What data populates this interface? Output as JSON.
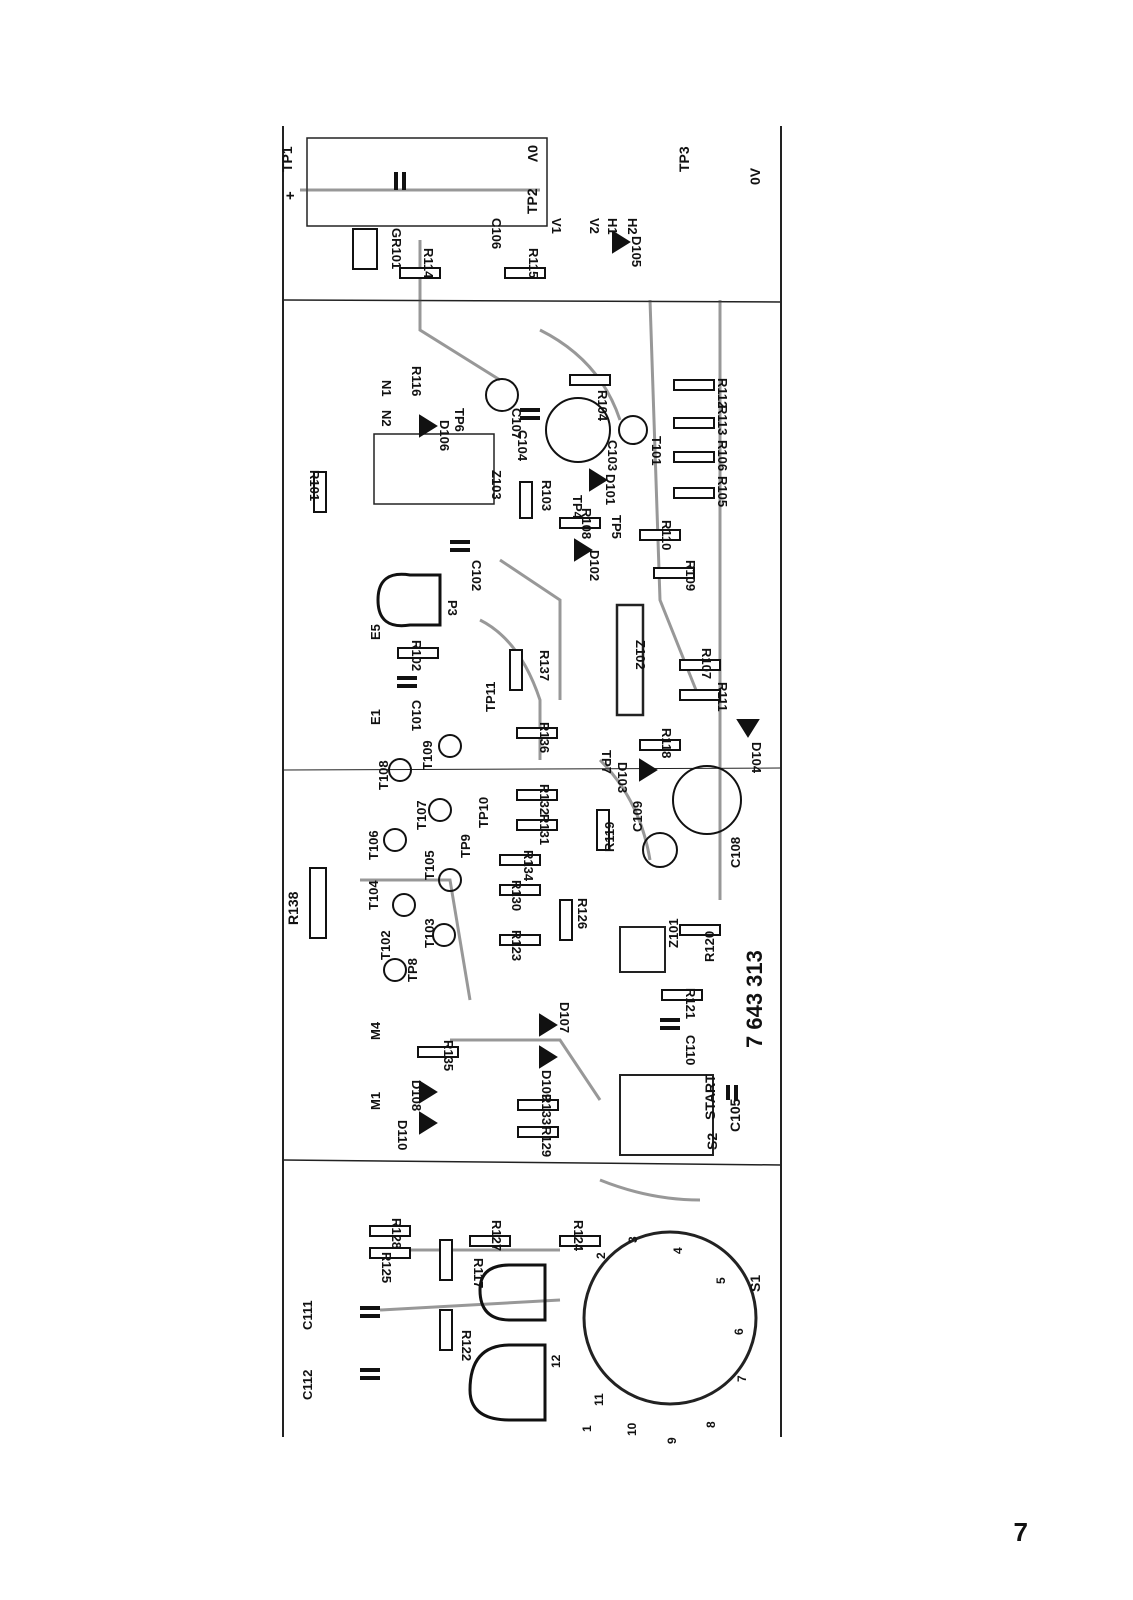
{
  "page": {
    "number": "7"
  },
  "board": {
    "part_number": "7 643 313",
    "test_points": [
      "TP1",
      "TP2",
      "TP3",
      "TP4",
      "TP5",
      "TP6",
      "TP7",
      "TP8",
      "TP9",
      "TP10",
      "TP11"
    ],
    "supply_labels": [
      "0V",
      "0V"
    ],
    "connector_pins": [
      "V1",
      "V2",
      "H1",
      "H2",
      "N1",
      "N2",
      "E1",
      "E5",
      "M1",
      "M4"
    ],
    "switch_labels": [
      "START",
      "S1",
      "S2"
    ],
    "switch_s1_positions": [
      "1",
      "2",
      "3",
      "4",
      "5",
      "6",
      "7",
      "8",
      "9",
      "10",
      "11",
      "12"
    ],
    "resistors": [
      "R101",
      "R102",
      "R103",
      "R104",
      "R105",
      "R106",
      "R107",
      "R108",
      "R109",
      "R110",
      "R111",
      "R112",
      "R113",
      "R114",
      "R115",
      "R116",
      "R117",
      "R118",
      "R119",
      "R120",
      "R121",
      "R122",
      "R123",
      "R124",
      "R125",
      "R126",
      "R127",
      "R128",
      "R129",
      "R130",
      "R131",
      "R132",
      "R133",
      "R134",
      "R135",
      "R136",
      "R137",
      "R138"
    ],
    "capacitors": [
      "C101",
      "C102",
      "C103",
      "C104",
      "C105",
      "C106",
      "C107",
      "C108",
      "C109",
      "C110",
      "C111",
      "C112"
    ],
    "diodes": [
      "D101",
      "D102",
      "D103",
      "D104",
      "D105",
      "D106",
      "D107",
      "D108",
      "D109",
      "D110"
    ],
    "transistors": [
      "T101",
      "T102",
      "T103",
      "T104",
      "T105",
      "T106",
      "T107",
      "T108",
      "T109"
    ],
    "ics": [
      "Z101",
      "Z102",
      "Z103"
    ],
    "other_parts": [
      "GR101",
      "P3"
    ]
  }
}
